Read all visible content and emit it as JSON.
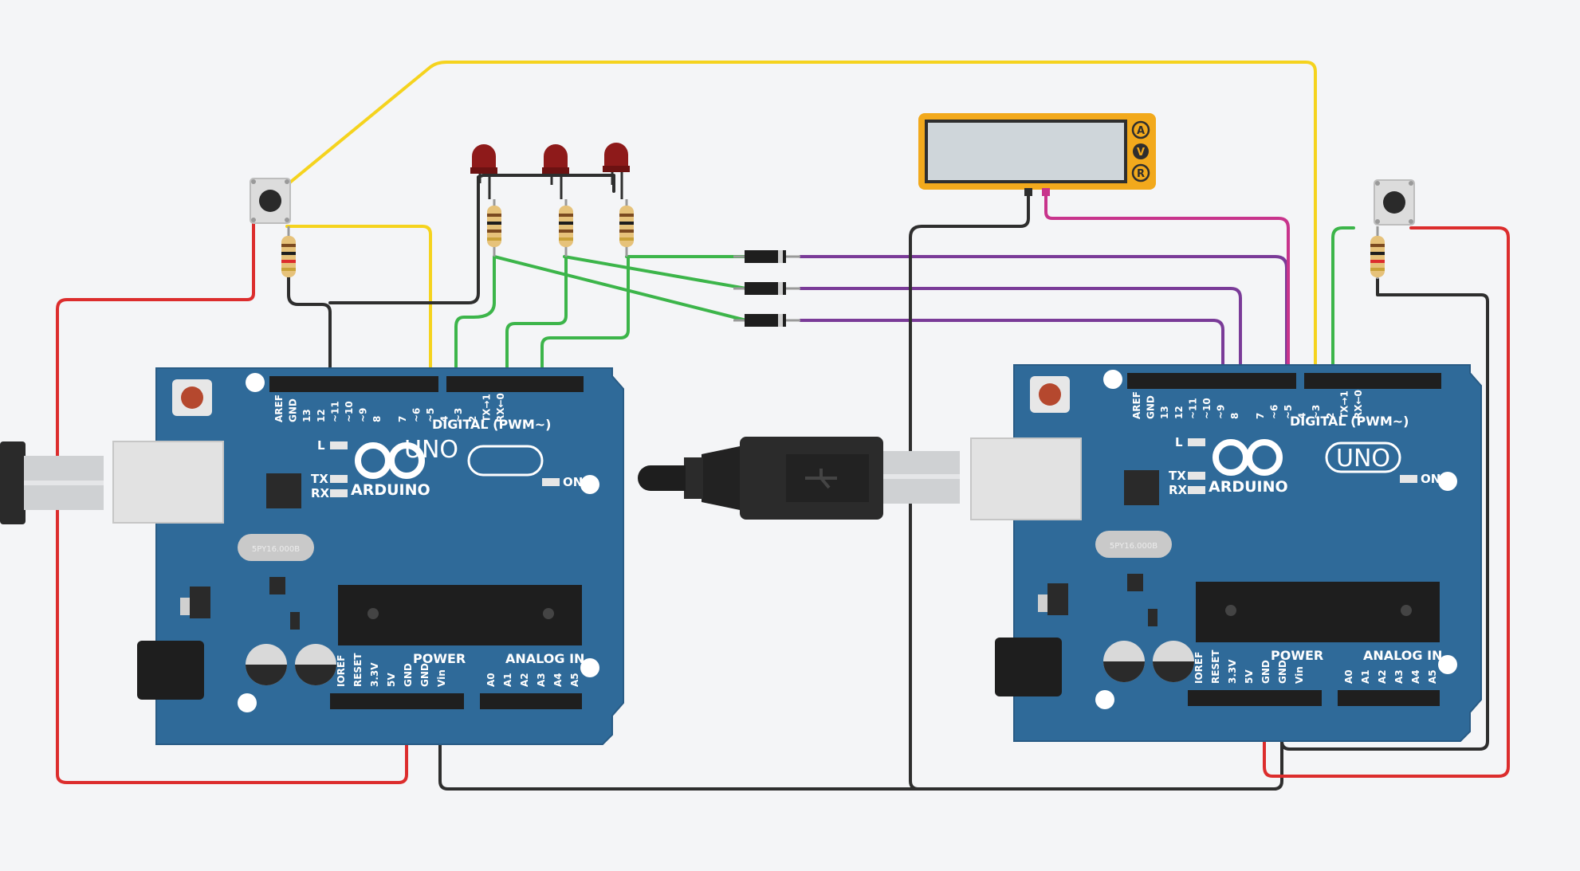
{
  "colors": {
    "canvas_bg": "#f4f5f7",
    "board_blue": "#2f6a99",
    "wire_yellow": "#f5d31e",
    "wire_red": "#dc2d2d",
    "wire_green": "#3cb54a",
    "wire_black": "#2e2e2e",
    "wire_purple": "#7a3b98",
    "wire_magenta": "#c8348c",
    "multimeter_orange": "#f2a91c",
    "led_red": "#8e1a1a"
  },
  "boards": [
    {
      "name": "Arduino Uno (left)",
      "uno_label": "UNO",
      "brand": "ARDUINO",
      "digital_label": "DIGITAL (PWM~)",
      "power_label": "POWER",
      "analog_label": "ANALOG IN",
      "crystal_label": "5PY16.000B",
      "led_labels": {
        "l": "L",
        "tx": "TX",
        "rx": "RX",
        "on": "ON"
      },
      "top_pins": [
        "AREF",
        "GND",
        "13",
        "12",
        "~11",
        "~10",
        "~9",
        "8",
        "7",
        "~6",
        "~5",
        "4",
        "~3",
        "2",
        "TX→1",
        "RX←0"
      ],
      "power_pins": [
        "IOREF",
        "RESET",
        "3.3V",
        "5V",
        "GND",
        "GND",
        "Vin"
      ],
      "analog_pins": [
        "A0",
        "A1",
        "A2",
        "A3",
        "A4",
        "A5"
      ]
    },
    {
      "name": "Arduino Uno (right)",
      "uno_label": "UNO",
      "brand": "ARDUINO",
      "digital_label": "DIGITAL (PWM~)",
      "power_label": "POWER",
      "analog_label": "ANALOG IN",
      "crystal_label": "5PY16.000B",
      "led_labels": {
        "l": "L",
        "tx": "TX",
        "rx": "RX",
        "on": "ON"
      },
      "top_pins": [
        "AREF",
        "GND",
        "13",
        "12",
        "~11",
        "~10",
        "~9",
        "8",
        "7",
        "~6",
        "~5",
        "4",
        "~3",
        "2",
        "TX→1",
        "RX←0"
      ],
      "power_pins": [
        "IOREF",
        "RESET",
        "3.3V",
        "5V",
        "GND",
        "GND",
        "Vin"
      ],
      "analog_pins": [
        "A0",
        "A1",
        "A2",
        "A3",
        "A4",
        "A5"
      ]
    }
  ],
  "multimeter": {
    "modes": [
      "A",
      "V",
      "R"
    ]
  },
  "components": {
    "leds": 3,
    "resistors": 5,
    "diodes": 3,
    "pushbuttons": 2,
    "usb_cables": 2
  }
}
